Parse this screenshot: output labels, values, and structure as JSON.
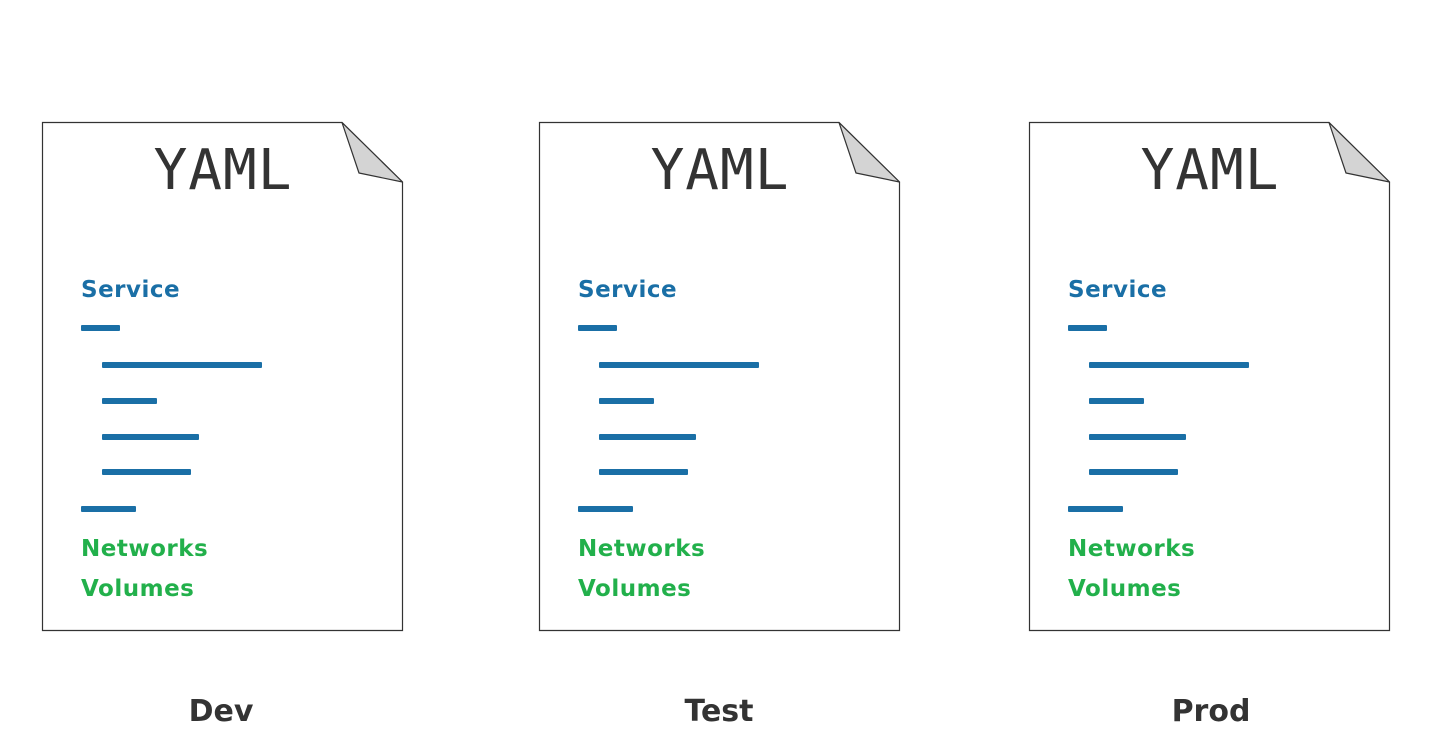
{
  "colors": {
    "background": "#ffffff",
    "outline": "#333333",
    "fold": "#d4d4d4",
    "title_text": "#333333",
    "service": "#1a6fa6",
    "bars": "#1a6fa6",
    "networks_volumes": "#22b04b"
  },
  "documents": [
    {
      "title": "YAML",
      "service_label": "Service",
      "networks_label": "Networks",
      "volumes_label": "Volumes",
      "environment": "Dev"
    },
    {
      "title": "YAML",
      "service_label": "Service",
      "networks_label": "Networks",
      "volumes_label": "Volumes",
      "environment": "Test"
    },
    {
      "title": "YAML",
      "service_label": "Service",
      "networks_label": "Networks",
      "volumes_label": "Volumes",
      "environment": "Prod"
    }
  ]
}
